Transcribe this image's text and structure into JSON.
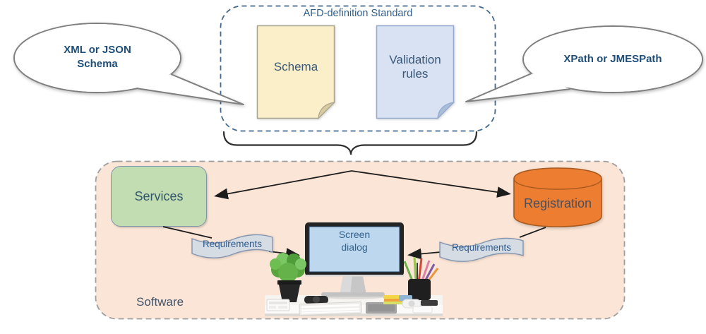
{
  "standard": {
    "title": "AFD-definition Standard",
    "documents": [
      {
        "id": "schema",
        "label": "Schema",
        "fill": "#FAEFC8",
        "fold": "#D9CBA0",
        "border": "#A8A48E"
      },
      {
        "id": "validation-rules",
        "label": "Validation\nrules",
        "fill": "#D9E2F3",
        "fold": "#A9BCD9",
        "border": "#93A9CE"
      }
    ]
  },
  "callouts": {
    "left": {
      "label": "XML or JSON\nSchema"
    },
    "right": {
      "label": "XPath or JMESPath"
    }
  },
  "software": {
    "label": "Software",
    "services_label": "Services",
    "registration_label": "Registration",
    "requirements_left_label": "Requirements",
    "requirements_right_label": "Requirements",
    "screen_label": "Screen\ndialog"
  },
  "colors": {
    "standard_border": "#44698D",
    "software_bg": "#FBE5D6",
    "software_border": "#9E9E9E",
    "services_fill": "#C3DDB2",
    "registration_fill": "#ED7D31",
    "registration_border": "#A85A1E",
    "flag_fill": "#D6DCE4",
    "flag_border": "#8496B0",
    "screen_fill": "#BDD7EE",
    "arrow": "#1D1D1D",
    "text_dark_blue": "#1F4E79",
    "text_mid_blue": "#2E5E8C",
    "text_slate": "#44546A"
  }
}
